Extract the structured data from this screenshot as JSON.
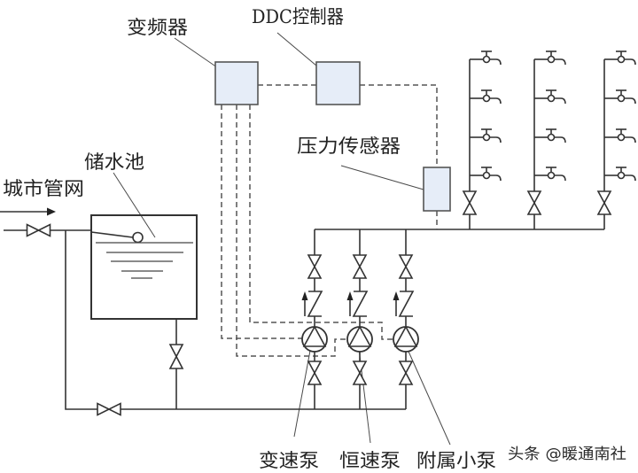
{
  "diagram": {
    "labels": {
      "inverter": "变频器",
      "ddc_controller": "DDC控制器",
      "pressure_sensor": "压力传感器",
      "storage_tank": "储水池",
      "city_network": "城市管网"
    },
    "pumps": [
      {
        "label": "变速泵"
      },
      {
        "label": "恒速泵"
      },
      {
        "label": "附属小泵"
      }
    ],
    "risers": [
      {
        "faucets": 4
      },
      {
        "faucets": 4
      },
      {
        "faucets": 4
      }
    ],
    "colors": {
      "pipe": "#333333",
      "signal_line": "#555555",
      "device_fill": "#e6edf8",
      "device_border": "#555555",
      "background": "#ffffff"
    }
  },
  "watermark": "头条 @暖通南社"
}
